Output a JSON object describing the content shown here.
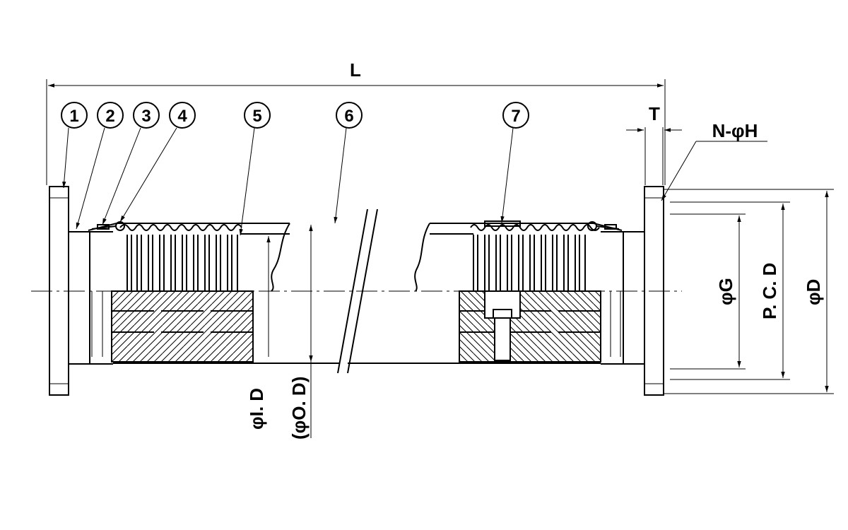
{
  "balloons": [
    "1",
    "2",
    "3",
    "4",
    "5",
    "6",
    "7"
  ],
  "dimensions": {
    "length": "L",
    "flange_thickness": "T",
    "bolt_holes": "N-φH",
    "gasket_dia": "φG",
    "pitch_circle": "P. C. D",
    "flange_od": "φD",
    "inner_dia": "φI. D",
    "outer_dia": "(φO. D)"
  },
  "colors": {
    "line": "#000000",
    "background": "#ffffff"
  }
}
